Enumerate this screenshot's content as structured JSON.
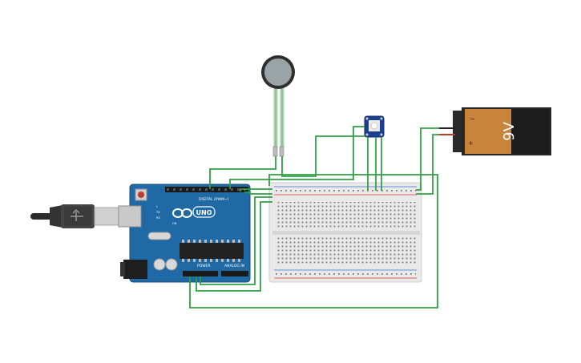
{
  "arduino": {
    "brand_label": "UNO",
    "digital_label": "DIGITAL (PWM~)",
    "power_label": "POWER",
    "analog_label": "ANALOG IN",
    "tx_label": "TX",
    "rx_label": "RX",
    "l_label": "L",
    "on_label": "ON",
    "board_color": "#1f6aa5"
  },
  "battery": {
    "voltage_label": "9V",
    "minus_label": "−",
    "plus_label": "+",
    "body_color": "#c8843a",
    "cap_color": "#2a2a2a"
  },
  "wire_color": "#2ea043",
  "components": [
    "usb-cable",
    "arduino-uno",
    "force-sensor",
    "rgb-led-module",
    "breadboard",
    "battery-9v"
  ]
}
